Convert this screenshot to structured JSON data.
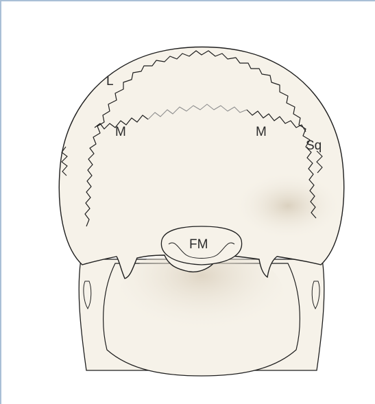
{
  "colors": {
    "bone_fill": "#f6f2e9",
    "bone_outline": "#1e1e1e",
    "shadow": "#d8cfbf",
    "faint_suture": "#8e8e8e",
    "frame": "#a9bfd6"
  },
  "labels": {
    "lambdoid": "L",
    "mastoid_left": "M",
    "mastoid_right": "M",
    "squamosal": "Sq",
    "foramen_magnum": "FM"
  }
}
